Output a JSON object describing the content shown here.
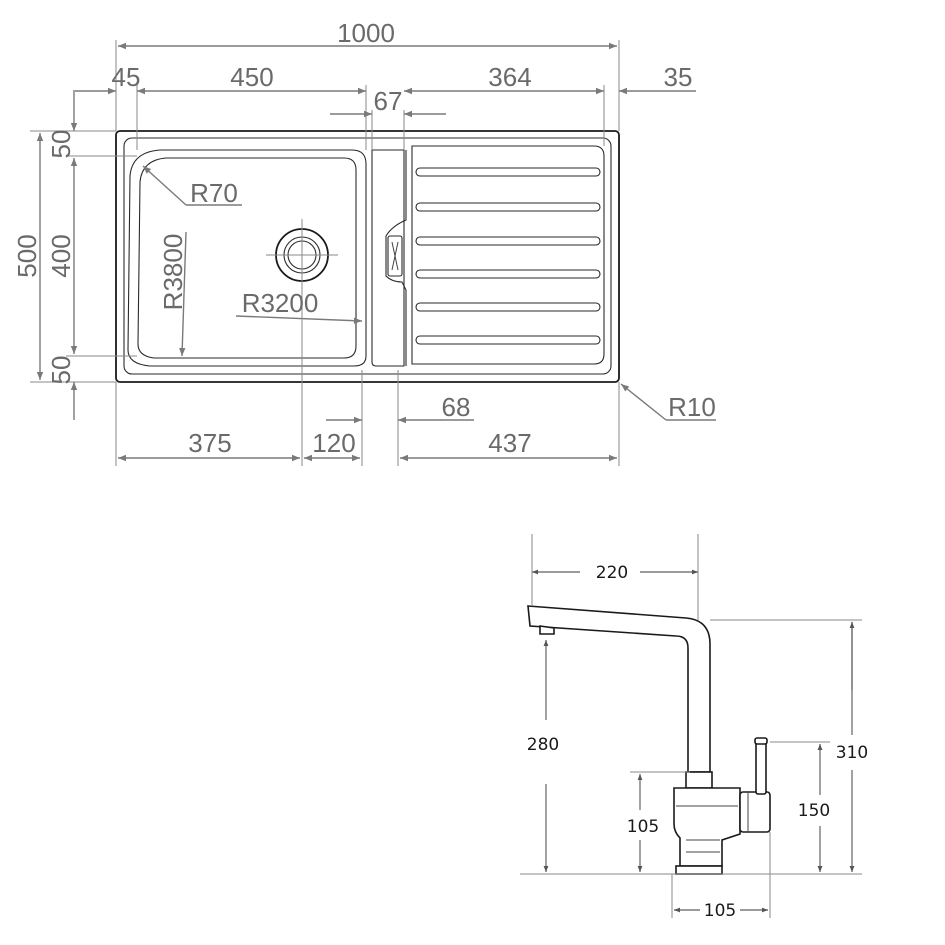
{
  "sink": {
    "dims": {
      "overall_width": "1000",
      "left_margin": "45",
      "bowl_width": "450",
      "divider": "67",
      "drainer_width": "364",
      "right_margin": "35",
      "overall_depth": "500",
      "bowl_depth": "400",
      "top_margin": "50",
      "bottom_margin": "50",
      "corner_radius_bowl": "R70",
      "side_radius": "R3800",
      "bottom_radius": "R3200",
      "outer_radius": "R10",
      "waste_offset": "375",
      "waste_to_divider": "120",
      "overflow_gap": "68",
      "drainer_length": "437"
    }
  },
  "tap": {
    "dims": {
      "spout_reach": "220",
      "spout_height": "280",
      "total_height": "310",
      "lever_height": "150",
      "body_height": "105",
      "base_width": "105"
    }
  }
}
